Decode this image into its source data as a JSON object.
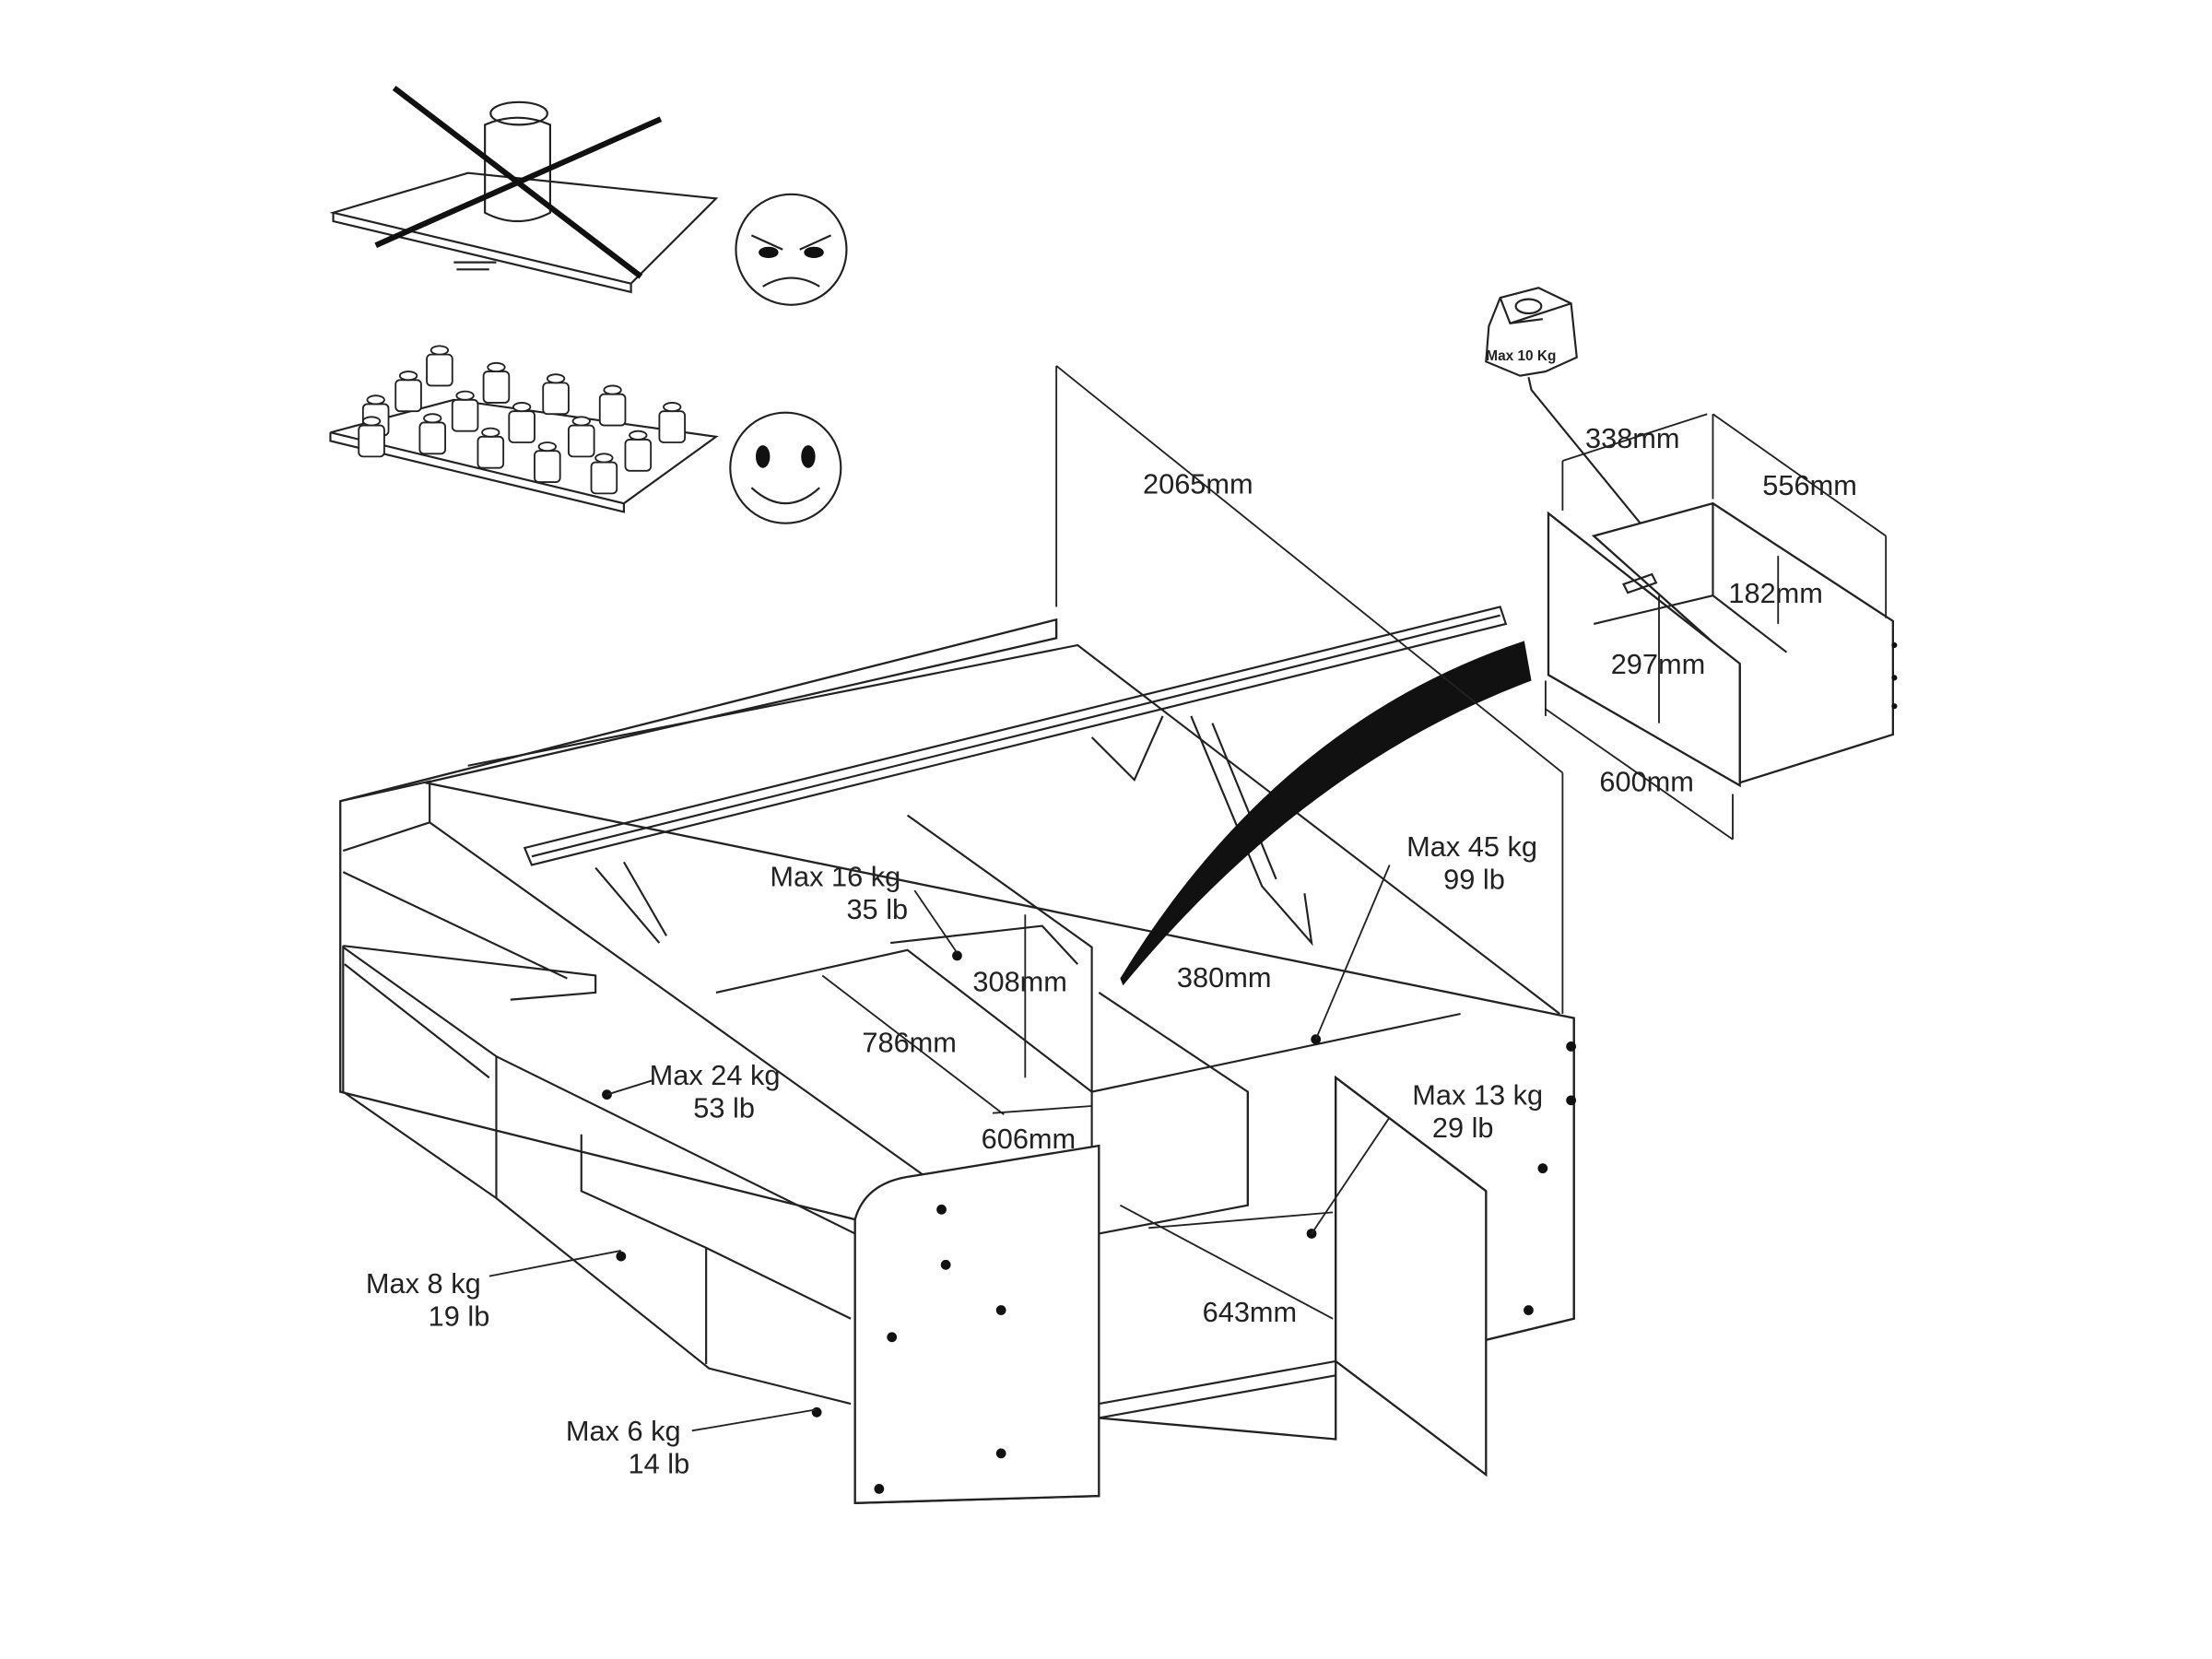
{
  "weight_icon": {
    "label": "Max 10 Kg"
  },
  "dimensions": {
    "bed_length": "2065mm",
    "drawer_depth_top": "338mm",
    "drawer_width": "556mm",
    "drawer_inner_height": "182mm",
    "drawer_height": "297mm",
    "drawer_depth": "600mm",
    "compartment_height": "308mm",
    "compartment_width": "380mm",
    "compartment_length": "786mm",
    "cabinet_width": "606mm",
    "cabinet_depth": "643mm"
  },
  "loads": [
    {
      "kg": "Max 45 kg",
      "lb": "99 lb"
    },
    {
      "kg": "Max 16 kg",
      "lb": "35 lb"
    },
    {
      "kg": "Max 24 kg",
      "lb": "53 lb"
    },
    {
      "kg": "Max 13 kg",
      "lb": "29 lb"
    },
    {
      "kg": "Max 8 kg",
      "lb": "19 lb"
    },
    {
      "kg": "Max 6 kg",
      "lb": "14 lb"
    }
  ],
  "icons": [
    "angry-face-icon",
    "happy-face-icon",
    "weight-icon",
    "crossed-out-icon"
  ]
}
